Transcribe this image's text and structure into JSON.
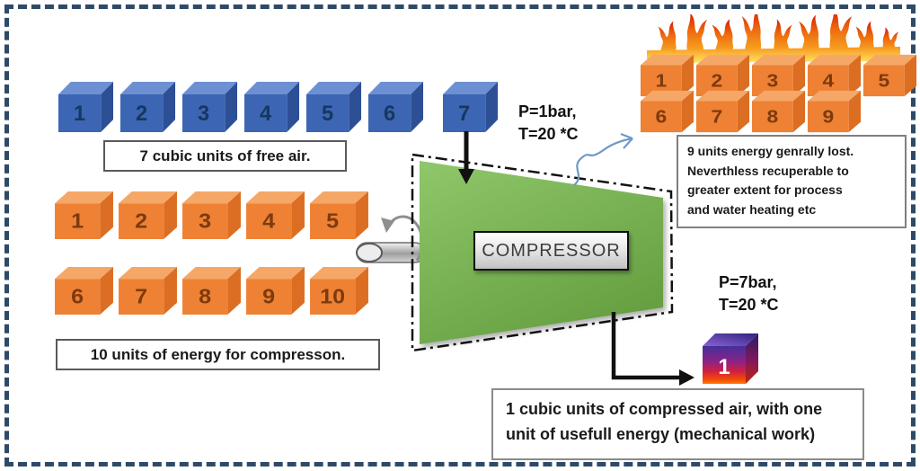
{
  "diagram": {
    "free_air": {
      "row": [
        "1",
        "2",
        "3",
        "4",
        "5",
        "6"
      ],
      "inlet": [
        "7"
      ],
      "caption": "7 cubic units of free air."
    },
    "energy_in": {
      "row1": [
        "1",
        "2",
        "3",
        "4",
        "5"
      ],
      "row2": [
        "6",
        "7",
        "8",
        "9",
        "10"
      ],
      "caption": "10 units of energy for compresson."
    },
    "compressor": {
      "label": "COMPRESSOR"
    },
    "inlet_state": [
      "P=1bar,",
      "T=20 *C"
    ],
    "outlet_state": [
      "P=7bar,",
      "T=20 *C"
    ],
    "energy_lost": {
      "row1": [
        "1",
        "2",
        "3",
        "4",
        "5"
      ],
      "row2": [
        "6",
        "7",
        "8",
        "9"
      ],
      "note": [
        "9 units energy genrally lost.",
        "Neverthless recuperable to",
        "greater extent for process",
        "and water heating etc"
      ]
    },
    "output": {
      "cube_number": "1",
      "caption": [
        "1 cubic units of compressed air, with one",
        "unit of usefull energy (mechanical work)"
      ]
    }
  },
  "colors": {
    "frame_border": "#2E4A68",
    "free_air_cube": "#3C66B4",
    "energy_cube": "#EE8133",
    "compressor_body": "#7CB458",
    "flame_red": "#D92600",
    "flame_band_yellow": "#FFE761",
    "output_cube_purple": "#44309A",
    "output_cube_red": "#FF4A00",
    "heat_arrow_blue": "#6D9AC8"
  }
}
